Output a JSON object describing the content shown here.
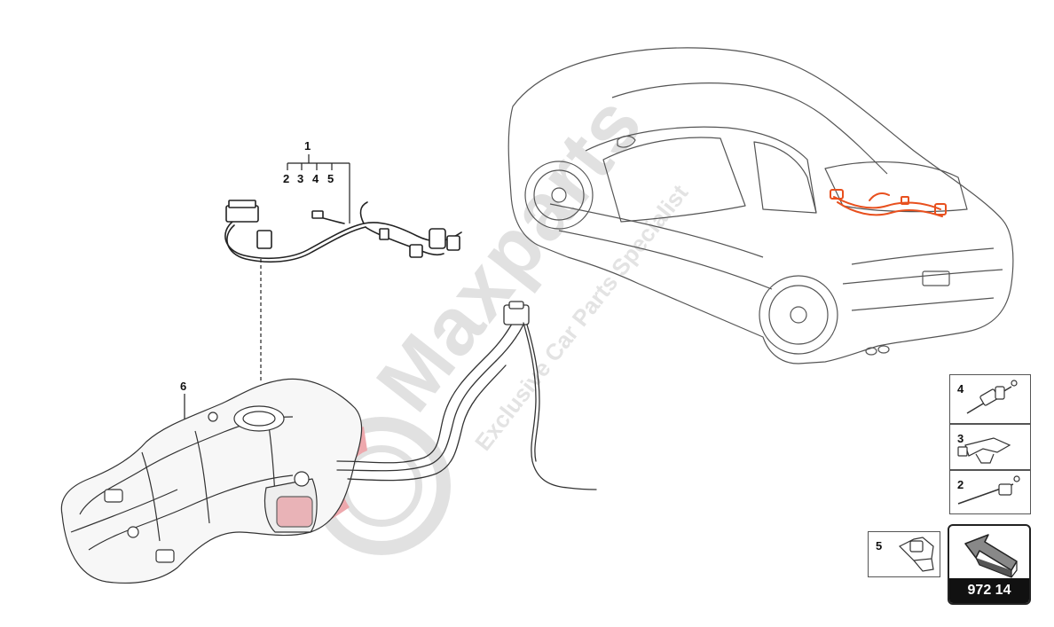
{
  "callouts": {
    "assembly": "1",
    "sub_items": [
      "2",
      "3",
      "4",
      "5"
    ],
    "tank": "6"
  },
  "watermark": {
    "brand": "Maxparts",
    "tagline": "Exclusive Car Parts Specialist",
    "brand_color": "#c9c9c9",
    "accent_color": "#e0626a"
  },
  "side_panels": [
    {
      "number": "4"
    },
    {
      "number": "3"
    },
    {
      "number": "2"
    }
  ],
  "bottom_panel": {
    "number": "5"
  },
  "reference": {
    "code": "972 14",
    "icon": "direction-arrow-icon"
  },
  "highlight_color": "#e8501e"
}
